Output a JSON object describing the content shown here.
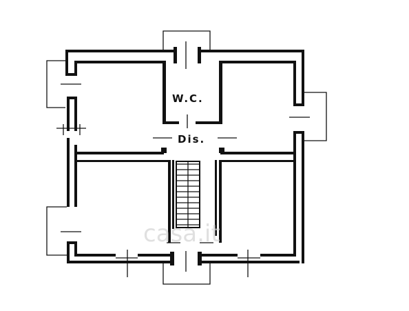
{
  "rooms": {
    "wc": "W.C.",
    "dis": "Dis."
  },
  "watermark": "casa.it",
  "colors": {
    "wall": "#111111",
    "background": "#ffffff",
    "watermark": "#d4d4d4"
  }
}
